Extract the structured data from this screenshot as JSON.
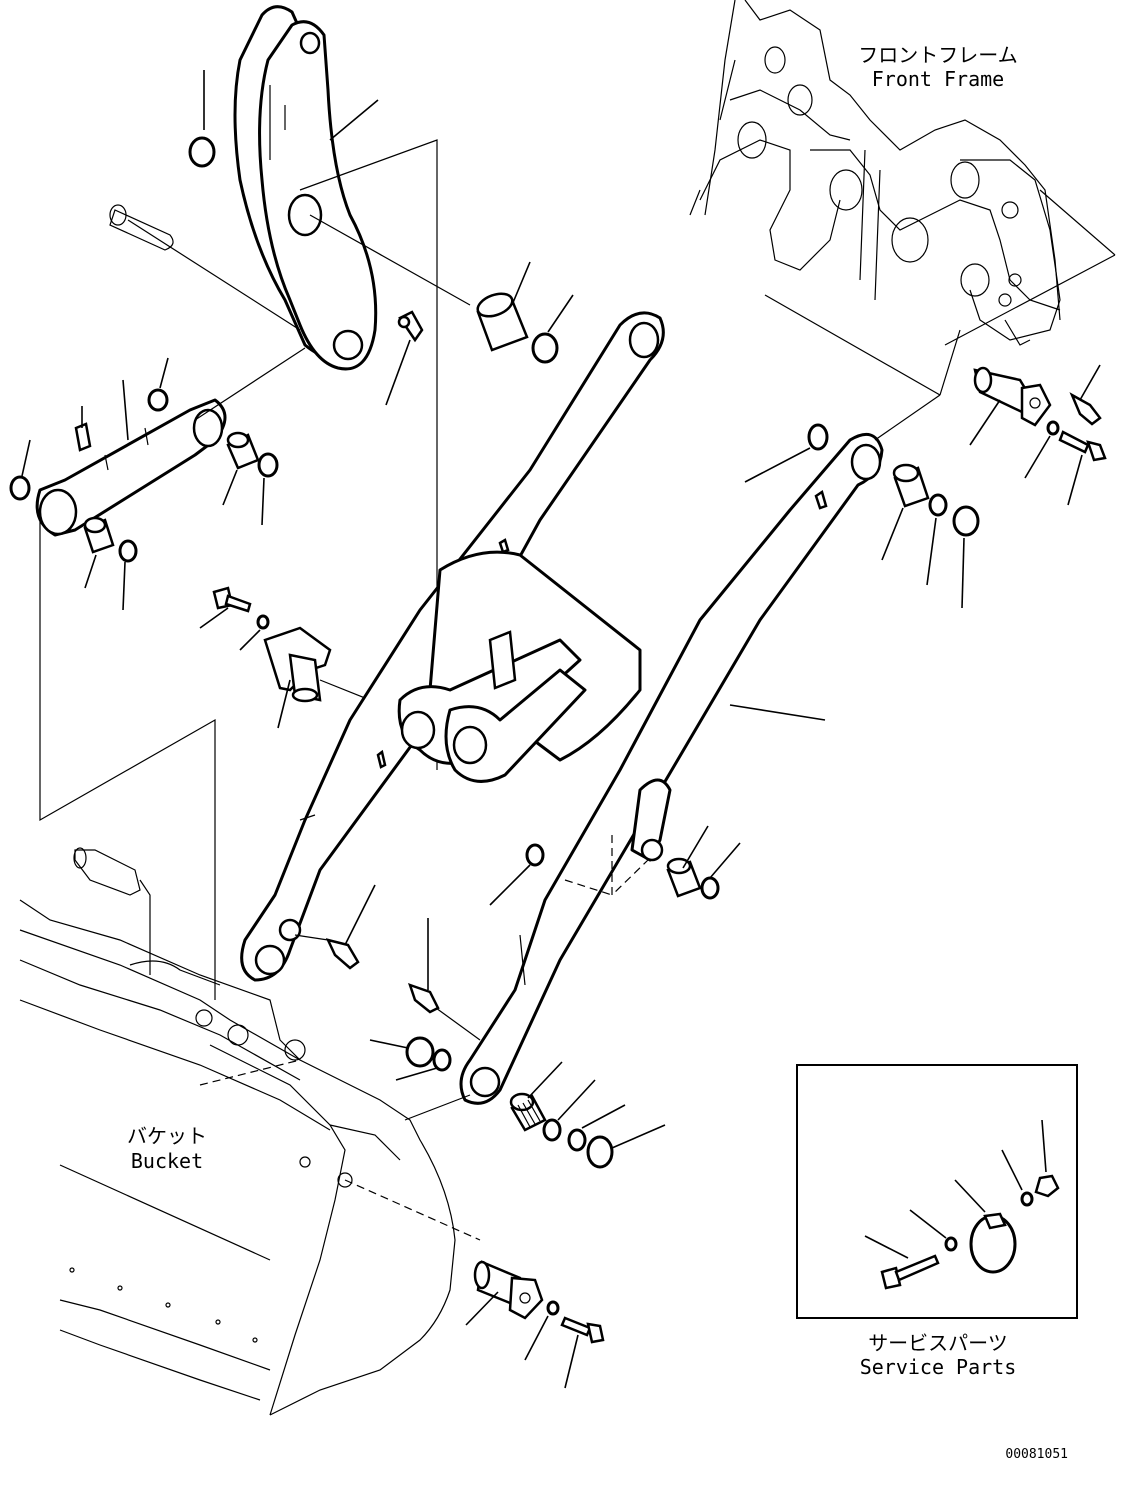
{
  "labels": {
    "front_frame_jp": "フロントフレーム",
    "front_frame_en": "Front Frame",
    "bucket_jp": "バケット",
    "bucket_en": "Bucket",
    "service_parts_jp": "サービスパーツ",
    "service_parts_en": "Service Parts",
    "figure_number": "00081051"
  }
}
